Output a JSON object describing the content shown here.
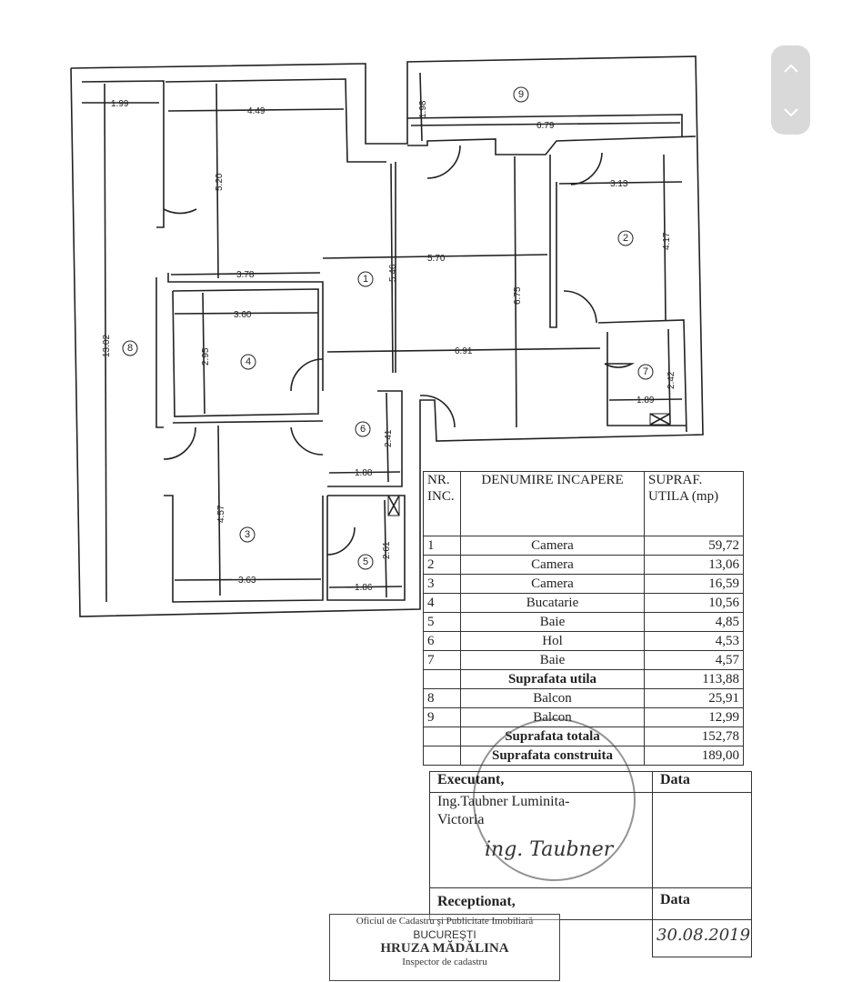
{
  "floor_plan": {
    "rooms": [
      "1",
      "2",
      "3",
      "4",
      "5",
      "6",
      "7",
      "8",
      "9"
    ],
    "dimensions": {
      "d_1_99": "1.99",
      "d_4_49": "4.49",
      "d_1_98": "1.98",
      "d_6_79": "6.79",
      "d_5_20": "5.20",
      "d_3_13": "3.13",
      "d_4_17": "4.17",
      "d_5_70": "5.70",
      "d_3_78": "3.78",
      "d_5_46": "5.46",
      "d_6_75": "6.75",
      "d_3_60": "3.60",
      "d_2_95": "2.95",
      "d_6_91": "6.91",
      "d_13_02": "13.02",
      "d_2_42": "2.42",
      "d_1_89": "1.89",
      "d_2_41": "2.41",
      "d_1_88": "1.88",
      "d_4_57": "4.57",
      "d_2_61": "2.61",
      "d_3_63": "3.63",
      "d_1_86": "1.86"
    }
  },
  "table": {
    "headers": [
      "NR. INC.",
      "DENUMIRE INCAPERE",
      "SUPRAF. UTILA (mp)"
    ],
    "rows": [
      {
        "nr": "1",
        "name": "Camera",
        "area": "59,72"
      },
      {
        "nr": "2",
        "name": "Camera",
        "area": "13,06"
      },
      {
        "nr": "3",
        "name": "Camera",
        "area": "16,59"
      },
      {
        "nr": "4",
        "name": "Bucatarie",
        "area": "10,56"
      },
      {
        "nr": "5",
        "name": "Baie",
        "area": "4,85"
      },
      {
        "nr": "6",
        "name": "Hol",
        "area": "4,53"
      },
      {
        "nr": "7",
        "name": "Baie",
        "area": "4,57"
      },
      {
        "nr": "",
        "name": "Suprafata utila",
        "area": "113,88"
      },
      {
        "nr": "8",
        "name": "Balcon",
        "area": "25,91"
      },
      {
        "nr": "9",
        "name": "Balcon",
        "area": "12,99"
      },
      {
        "nr": "",
        "name": "Suprafata totala",
        "area": "152,78"
      },
      {
        "nr": "",
        "name": "Suprafata construita",
        "area": "189,00"
      }
    ]
  },
  "signatures": {
    "executant_label": "Executant,",
    "executant_name": "Ing.Taubner Luminita-Victoria",
    "executant_signature": "ing. Taubner",
    "data_label": "Data",
    "receptionat_label": "Receptionat,",
    "receptionat_data_label": "Data",
    "receptionat_date": "30.08.2019",
    "office_stamp": {
      "line1": "Oficiul de Cadastru şi Publicitate Imobiliară",
      "line2": "BUCUREŞTI",
      "line3": "HRUZA MĂDĂLINA",
      "line4": "Inspector de cadastru"
    }
  },
  "viewer": {
    "prev_icon": "chevron-up-icon",
    "next_icon": "chevron-down-icon",
    "nav_color": "#d9d9d9"
  }
}
